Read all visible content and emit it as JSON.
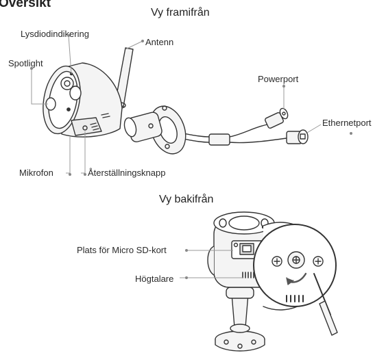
{
  "page": {
    "heading": "Översikt"
  },
  "front_view": {
    "title": "Vy framifrån",
    "labels": {
      "led": "Lysdiodindikering",
      "antenna": "Antenn",
      "spotlight": "Spotlight",
      "power_port": "Powerport",
      "ethernet_port": "Ethernetport",
      "microphone": "Mikrofon",
      "reset_button": "Återställningsknapp"
    }
  },
  "back_view": {
    "title": "Vy bakifrån",
    "labels": {
      "sd_slot": "Plats för Micro SD-kort",
      "speaker": "Högtalare"
    }
  },
  "colors": {
    "line": "#333333",
    "leader": "#9a9a9a",
    "fill": "#f4f4f4",
    "dot": "#888888"
  }
}
